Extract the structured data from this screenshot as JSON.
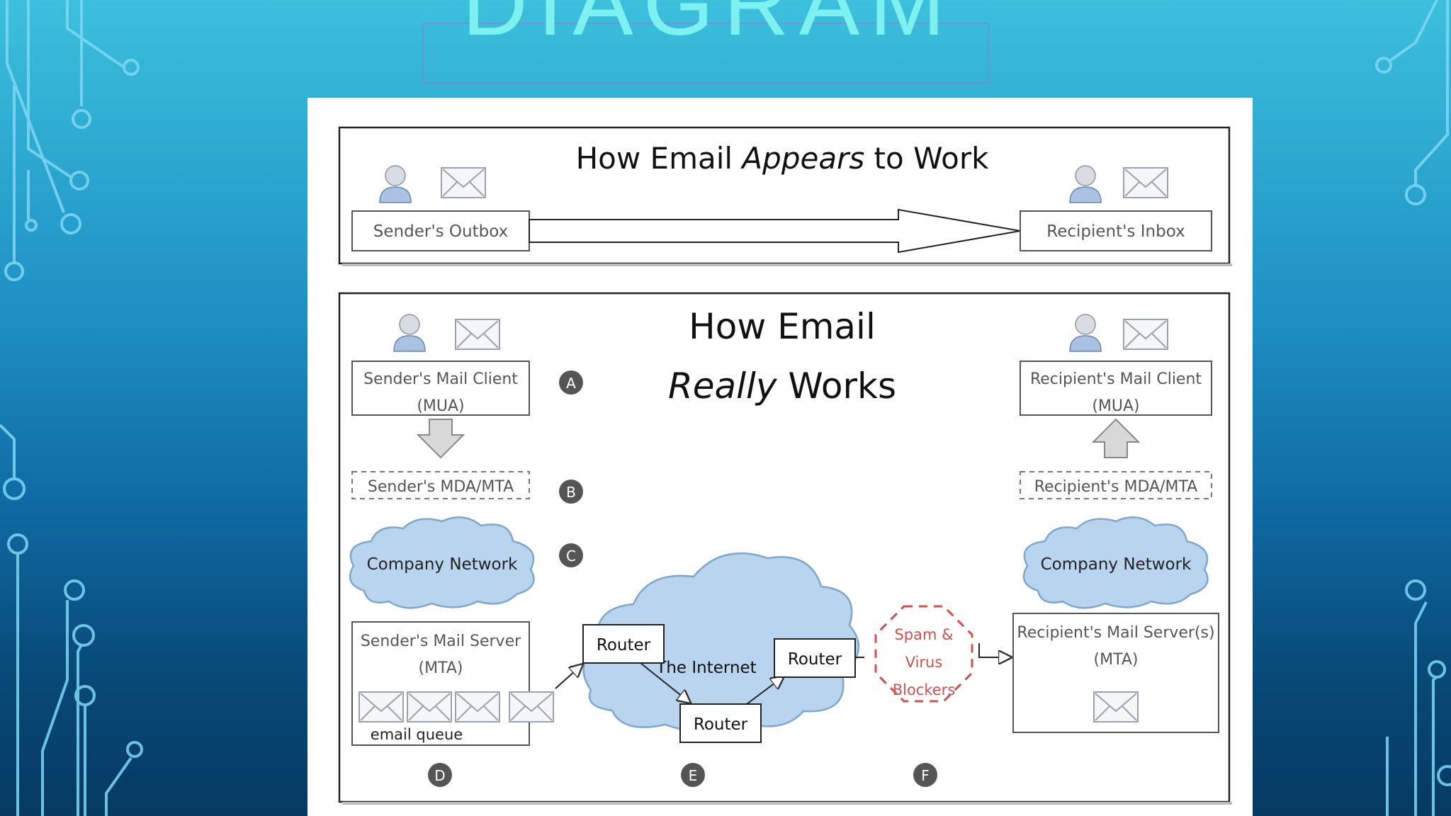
{
  "slide": {
    "title": "DIAGRAM"
  },
  "diagram": {
    "top_panel": {
      "title_prefix": "How Email ",
      "title_emph": "Appears",
      "title_suffix": " to Work",
      "sender_box": "Sender's Outbox",
      "recipient_box": "Recipient's Inbox"
    },
    "bottom_panel": {
      "title_line1": "How Email",
      "title_line2_emph": "Really",
      "title_line2_rest": " Works",
      "sender_client_line1": "Sender's Mail Client",
      "sender_client_line2": "(MUA)",
      "recipient_client_line1": "Recipient's Mail Client",
      "recipient_client_line2": "(MUA)",
      "sender_mda": "Sender's MDA/MTA",
      "recipient_mda": "Recipient's MDA/MTA",
      "sender_network": "Company Network",
      "recipient_network": "Company Network",
      "sender_server_line1": "Sender's Mail Server",
      "sender_server_line2": "(MTA)",
      "email_queue": "email queue",
      "recipient_server_line1": "Recipient's Mail Server(s)",
      "recipient_server_line2": "(MTA)",
      "internet": "The Internet",
      "router_1": "Router",
      "router_2": "Router",
      "router_3": "Router",
      "spam_line1": "Spam &",
      "spam_line2": "Virus",
      "spam_line3": "Blockers",
      "markers": [
        "A",
        "B",
        "C",
        "D",
        "E",
        "F"
      ]
    },
    "colors": {
      "spam": "#d05050",
      "cloud_fill": "#b8d4ee",
      "cloud_stroke": "#7fa6cc",
      "marker_fill": "#555555"
    },
    "icons": [
      "user-icon",
      "envelope-icon",
      "down-arrow-icon",
      "up-arrow-icon",
      "cloud-icon",
      "circuit-decoration"
    ]
  }
}
